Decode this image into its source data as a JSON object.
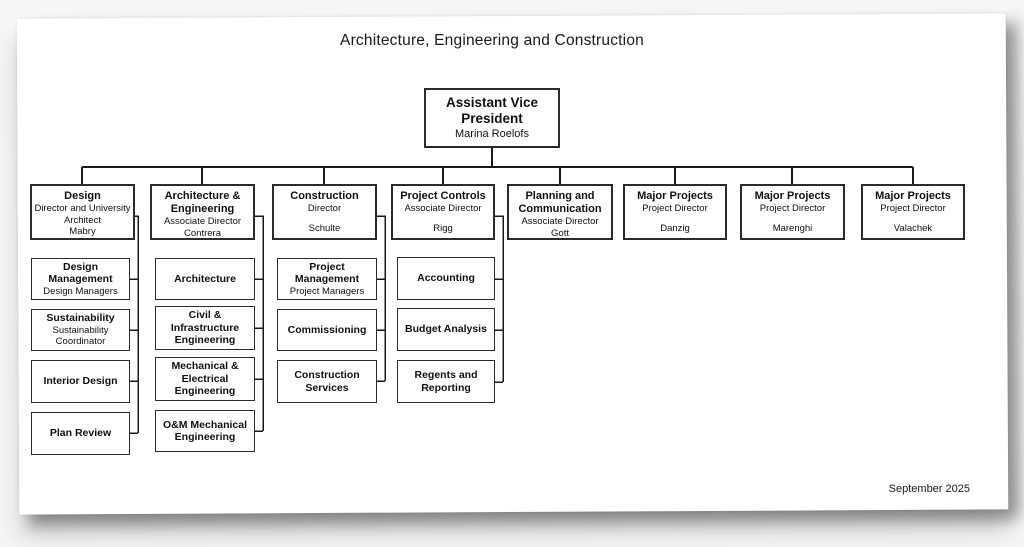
{
  "page": {
    "title": "Architecture, Engineering and Construction",
    "date_label": "September 2025"
  },
  "colors": {
    "line": "#1a1a1a",
    "border": "#2b2b2b",
    "text": "#111111"
  },
  "org": {
    "root": {
      "title": "Assistant Vice President",
      "name": "Marina Roelofs"
    },
    "departments": [
      {
        "title": "Design",
        "subtitle": "Director and University Architect",
        "name": "Mabry"
      },
      {
        "title": "Architecture & Engineering",
        "subtitle": "Associate Director",
        "name": "Contrera"
      },
      {
        "title": "Construction",
        "subtitle": "Director",
        "name": "Schulte"
      },
      {
        "title": "Project Controls",
        "subtitle": "Associate Director",
        "name": "Rigg"
      },
      {
        "title": "Planning and Communication",
        "subtitle": "Associate Director",
        "name": "Gott"
      },
      {
        "title": "Major Projects",
        "subtitle": "Project Director",
        "name": "Danzig"
      },
      {
        "title": "Major Projects",
        "subtitle": "Project Director",
        "name": "Marenghi"
      },
      {
        "title": "Major Projects",
        "subtitle": "Project Director",
        "name": "Valachek"
      }
    ],
    "units": {
      "design": [
        {
          "title": "Design Management",
          "subtitle": "Design Managers"
        },
        {
          "title": "Sustainability",
          "subtitle": "Sustainability Coordinator"
        },
        {
          "title": "Interior Design",
          "subtitle": ""
        },
        {
          "title": "Plan Review",
          "subtitle": ""
        }
      ],
      "architecture_engineering": [
        {
          "title": "Architecture",
          "subtitle": ""
        },
        {
          "title": "Civil & Infrastructure Engineering",
          "subtitle": ""
        },
        {
          "title": "Mechanical & Electrical Engineering",
          "subtitle": ""
        },
        {
          "title": "O&M Mechanical Engineering",
          "subtitle": ""
        }
      ],
      "construction": [
        {
          "title": "Project Management",
          "subtitle": "Project Managers"
        },
        {
          "title": "Commissioning",
          "subtitle": ""
        },
        {
          "title": "Construction Services",
          "subtitle": ""
        }
      ],
      "project_controls": [
        {
          "title": "Accounting",
          "subtitle": ""
        },
        {
          "title": "Budget Analysis",
          "subtitle": ""
        },
        {
          "title": "Regents and Reporting",
          "subtitle": ""
        }
      ]
    }
  }
}
